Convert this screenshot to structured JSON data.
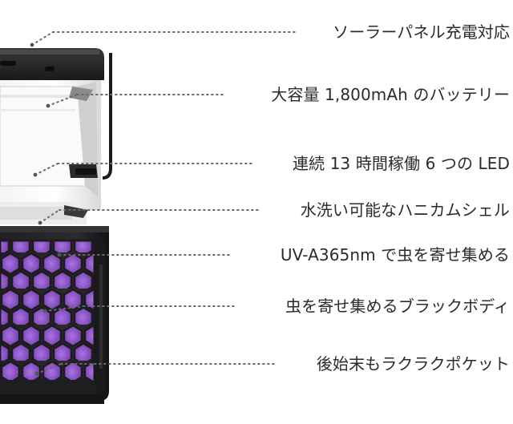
{
  "features": [
    {
      "label": "ソーラーパネル充電対応",
      "icon": "solar-panel-icon"
    },
    {
      "label": "大容量 1,800mAh のバッテリー",
      "icon": "battery-icon"
    },
    {
      "label": "連続 13 時間稼働 6 つの LED",
      "icon": "led-icon"
    },
    {
      "label": "水洗い可能なハニカムシェル",
      "icon": "honeycomb-shell-icon"
    },
    {
      "label": "UV-A365nm で虫を寄せ集める",
      "icon": "uv-light-icon"
    },
    {
      "label": "虫を寄せ集めるブラックボディ",
      "icon": "black-body-icon"
    },
    {
      "label": "後始末もラクラクポケット",
      "icon": "pocket-icon"
    }
  ],
  "colors": {
    "body_black": "#1d1d1f",
    "uv_purple": "#8f54c9",
    "leader_line": "#6a6a6a",
    "text": "#2b2b2b"
  }
}
